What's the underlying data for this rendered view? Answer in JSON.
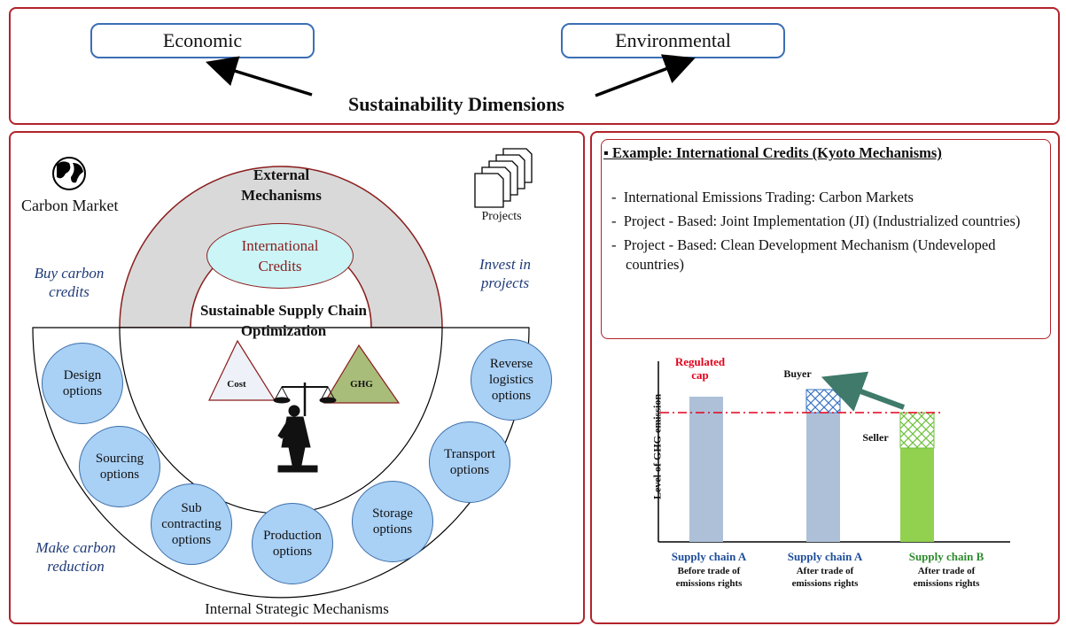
{
  "top": {
    "economic": "Economic",
    "environmental": "Environmental",
    "dimensions": "Sustainability Dimensions"
  },
  "left": {
    "carbon_market": "Carbon Market",
    "projects": "Projects",
    "external_mechanisms": "External Mechanisms",
    "international_credits": "International Credits",
    "buy_credits": "Buy carbon credits",
    "invest_projects": "Invest in projects",
    "optimization": "Sustainable Supply Chain Optimization",
    "cost": "Cost",
    "green": "GHG",
    "make_reduction": "Make carbon reduction",
    "internal_mechanisms": "Internal Strategic Mechanisms",
    "bubbles": {
      "design": "Design options",
      "reverse": "Reverse logistics options",
      "sourcing": "Sourcing options",
      "transport": "Transport options",
      "subcontracting": "Sub contracting options",
      "production": "Production options",
      "storage": "Storage options"
    }
  },
  "right": {
    "example_title": "Example: International Credits (Kyoto Mechanisms)",
    "bullets": [
      "International Emissions Trading: Carbon Markets",
      "Project - Based: Joint Implementation (JI) (Industrialized countries)",
      "Project - Based: Clean Development Mechanism (Undeveloped countries)"
    ]
  },
  "chart_data": {
    "type": "bar",
    "ylabel": "Level of GHG emission",
    "regulated_cap_label": "Regulated cap",
    "buyer_label": "Buyer",
    "seller_label": "Seller",
    "categories": [
      {
        "name": "Supply chain A",
        "desc": "Before trade of emissions rights"
      },
      {
        "name": "Supply chain A",
        "desc": "After trade of emissions rights"
      },
      {
        "name": "Supply chain B",
        "desc": "After trade of emissions rights"
      }
    ],
    "cap_level": 0.73,
    "bars": [
      {
        "base": 0.82,
        "traded": 0.0,
        "color": "#adc0d8",
        "name_color": "#1f4e9a"
      },
      {
        "base": 0.73,
        "traded": 0.13,
        "color": "#adc0d8",
        "name_color": "#1f4e9a"
      },
      {
        "base": 0.53,
        "traded": 0.2,
        "color": "#92d050",
        "name_color": "#2e8b2e"
      }
    ],
    "colors": {
      "cap_line": "#e3001b",
      "traded": "#3a74c4",
      "arrow": "#3f7a6a"
    }
  }
}
